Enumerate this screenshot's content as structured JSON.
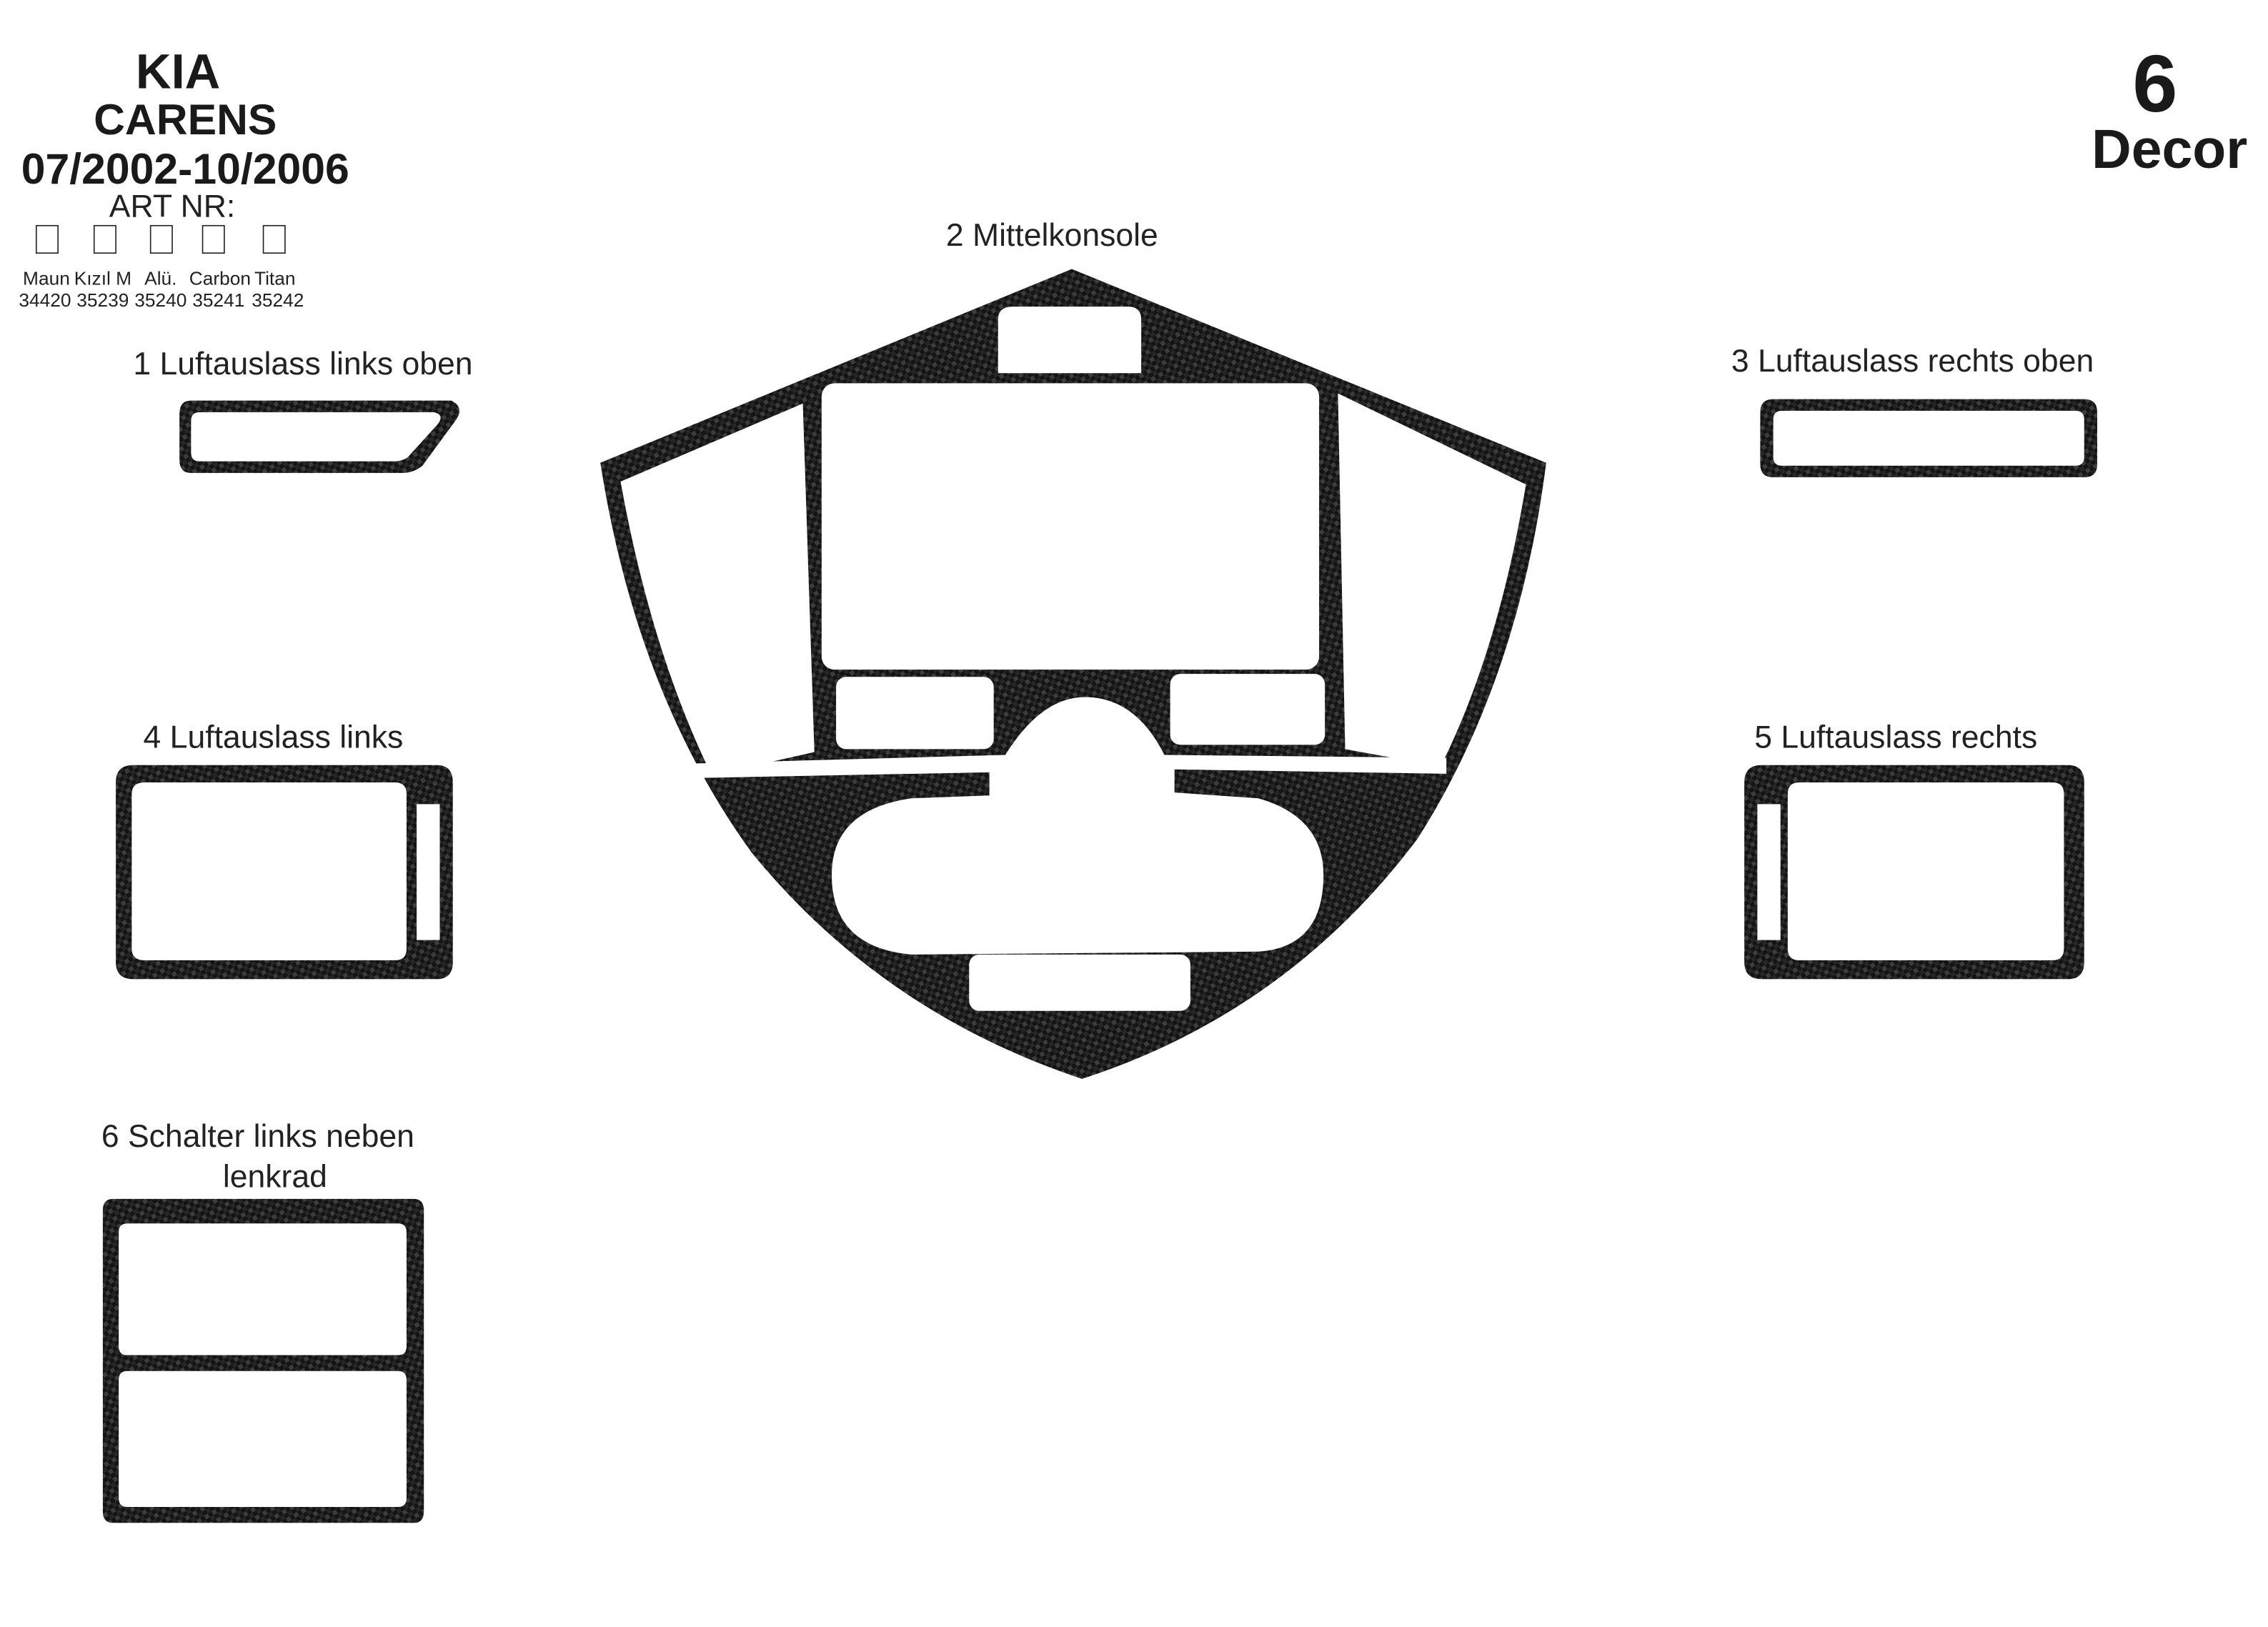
{
  "header": {
    "brand": "KIA",
    "model": "CARENS",
    "period": "07/2002-10/2006",
    "art_nr_label": "ART NR:",
    "options": [
      {
        "name": "Maun",
        "code": "34420"
      },
      {
        "name": "Kızıl M",
        "code": "35239"
      },
      {
        "name": "Alü.",
        "code": "35240"
      },
      {
        "name": "Carbon",
        "code": "35241"
      },
      {
        "name": "Titan",
        "code": "35242"
      }
    ],
    "count": "6",
    "count_label": "Decor"
  },
  "parts": [
    {
      "label": "1  Luftauslass links oben"
    },
    {
      "label": "2  Mittelkonsole"
    },
    {
      "label": "3  Luftauslass rechts oben"
    },
    {
      "label": "4  Luftauslass links"
    },
    {
      "label": "5   Luftauslass rechts"
    },
    {
      "label": "6  Schalter links neben",
      "label2": "lenkrad"
    }
  ],
  "colors": {
    "carbon_dark": "#111111",
    "carbon_light": "#4a4a4a"
  }
}
